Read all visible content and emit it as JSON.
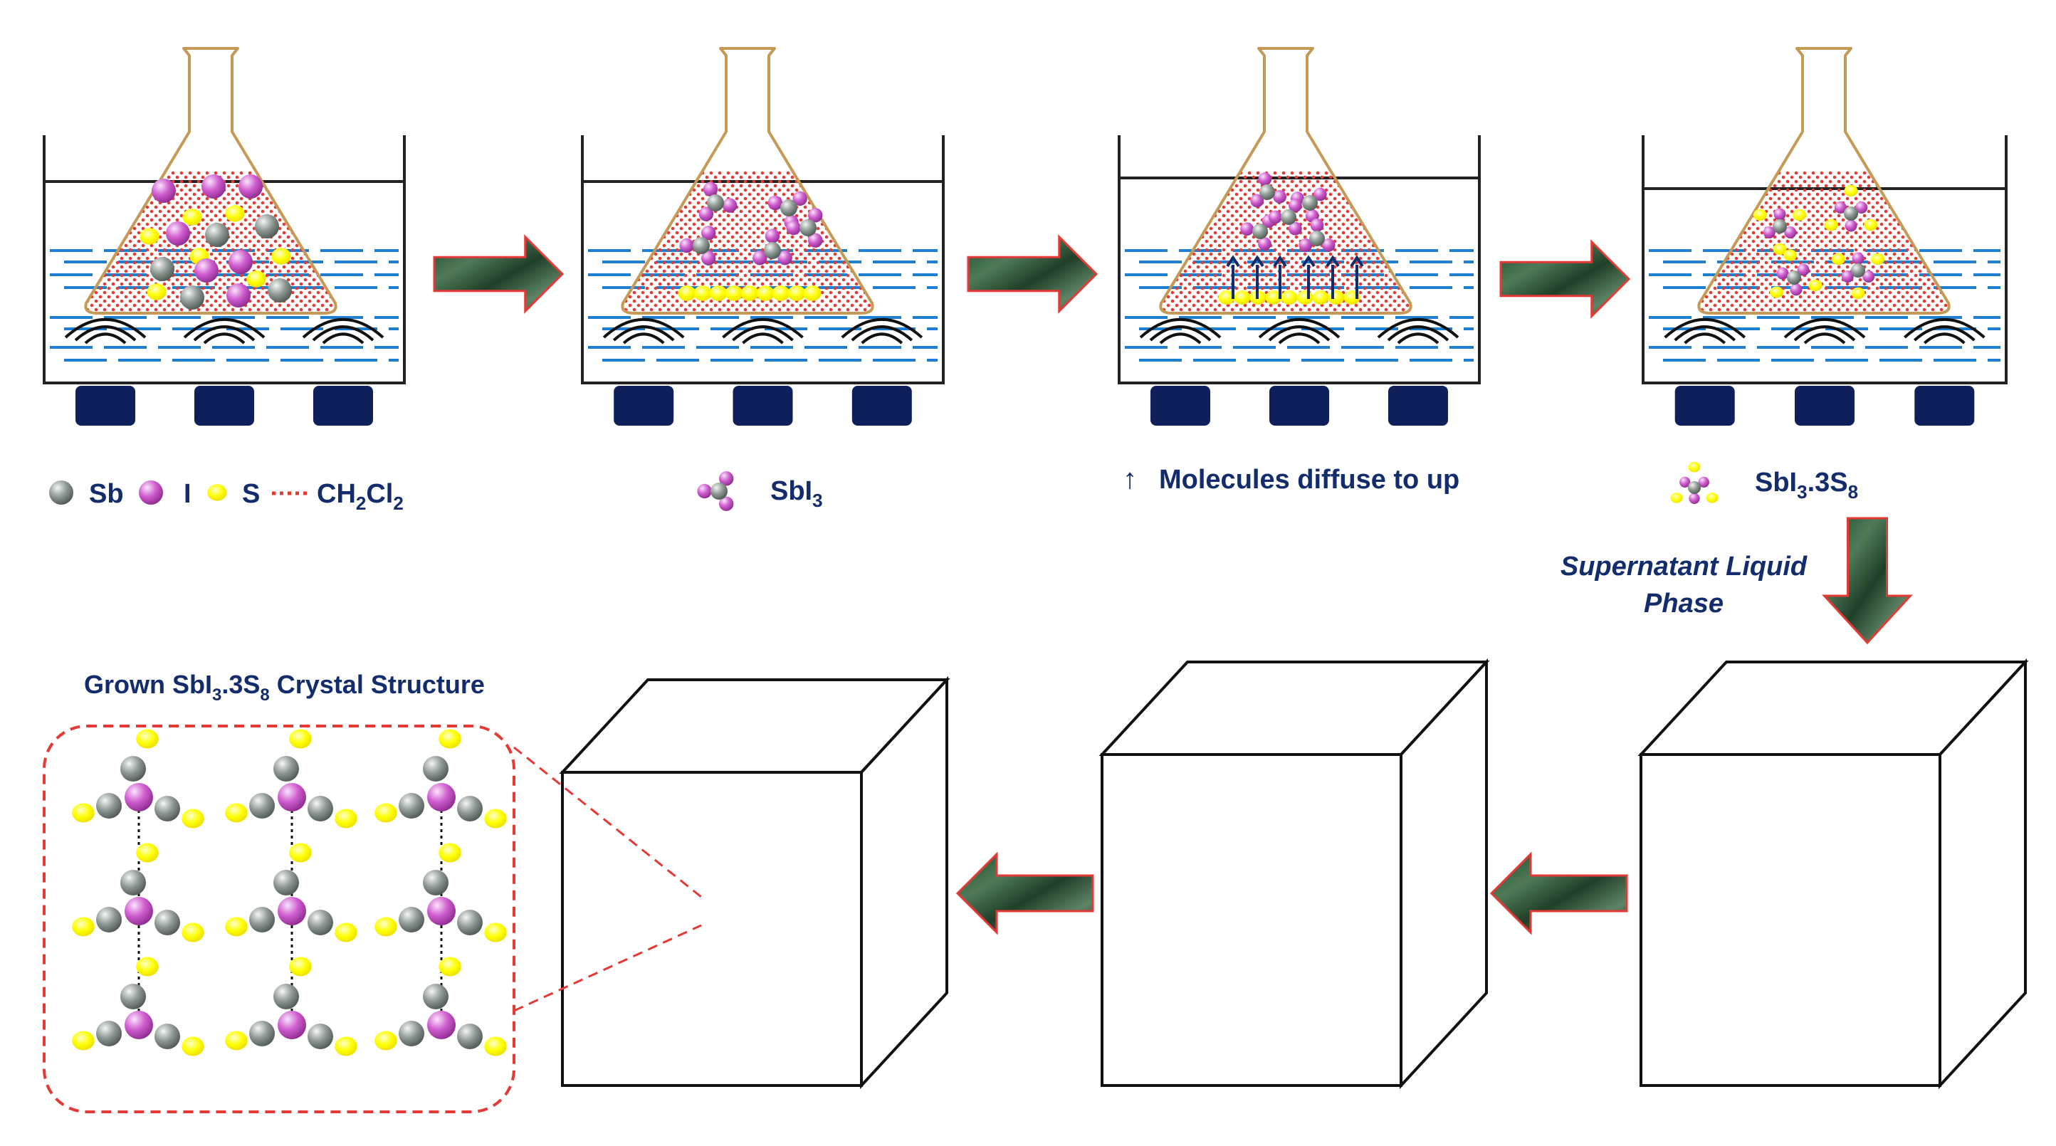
{
  "legend": {
    "sb": "Sb",
    "i": "I",
    "s": "S",
    "solvent_base": "CH",
    "solvent_sub1": "2",
    "solvent_mid": "Cl",
    "solvent_sub2": "2"
  },
  "labels": {
    "sbi3_base": "SbI",
    "sbi3_sub": "3",
    "diffuse_arrow": "↑",
    "diffuse": "Molecules diffuse to up",
    "adduct_base": "SbI",
    "adduct_sub1": "3",
    "adduct_mid": ".3S",
    "adduct_sub2": "8",
    "supernatant_line1": "Supernatant Liquid",
    "supernatant_line2": "Phase",
    "grown_prefix": "Grown  SbI",
    "grown_sub1": "3",
    "grown_mid": ".3S",
    "grown_sub2": "8",
    "grown_suffix": " Crystal Structure"
  },
  "colors": {
    "sb_atom": "#8a9590",
    "i_atom": "#cc55cc",
    "s_atom": "#ffff00",
    "solvent_dots": "#e53935",
    "water_dash": "#1e7fd0",
    "flask_outline": "#c49a56",
    "heater_block": "#0e1f5b",
    "arrow_fill": "#2f5538",
    "arrow_border": "#e53935",
    "label_text": "#132c6b"
  },
  "icons": {
    "process_arrow": "marble-block-arrow",
    "heat_wave": "heat-wave-arcs",
    "diffusion_arrow": "up-arrow"
  }
}
